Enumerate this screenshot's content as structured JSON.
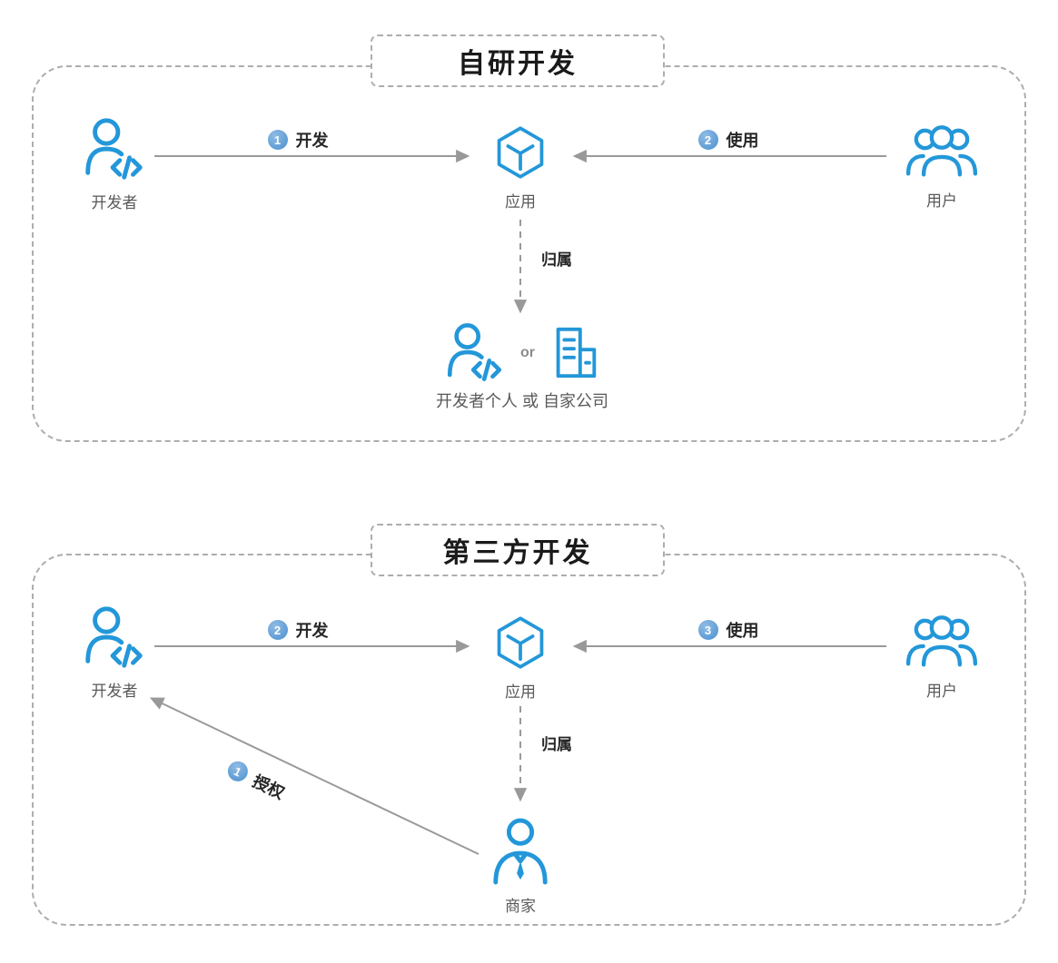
{
  "colors": {
    "icon_blue": "#2397d9",
    "badge_blue": "#5b9bd5",
    "line_gray": "#999999",
    "border_gray": "#adadad",
    "label_gray": "#595959",
    "text_dark": "#262626"
  },
  "panel_self": {
    "title": "自研开发",
    "developer": "开发者",
    "app": "应用",
    "users": "用户",
    "develop_step": {
      "number": "1",
      "label": "开发"
    },
    "use_step": {
      "number": "2",
      "label": "使用"
    },
    "belong_label": "归属",
    "or_text": "or",
    "owner_label": "开发者个人 或 自家公司"
  },
  "panel_third": {
    "title": "第三方开发",
    "developer": "开发者",
    "app": "应用",
    "users": "用户",
    "merchant": "商家",
    "develop_step": {
      "number": "2",
      "label": "开发"
    },
    "use_step": {
      "number": "3",
      "label": "使用"
    },
    "belong_label": "归属",
    "auth_step": {
      "number": "1",
      "label": "授权"
    }
  }
}
